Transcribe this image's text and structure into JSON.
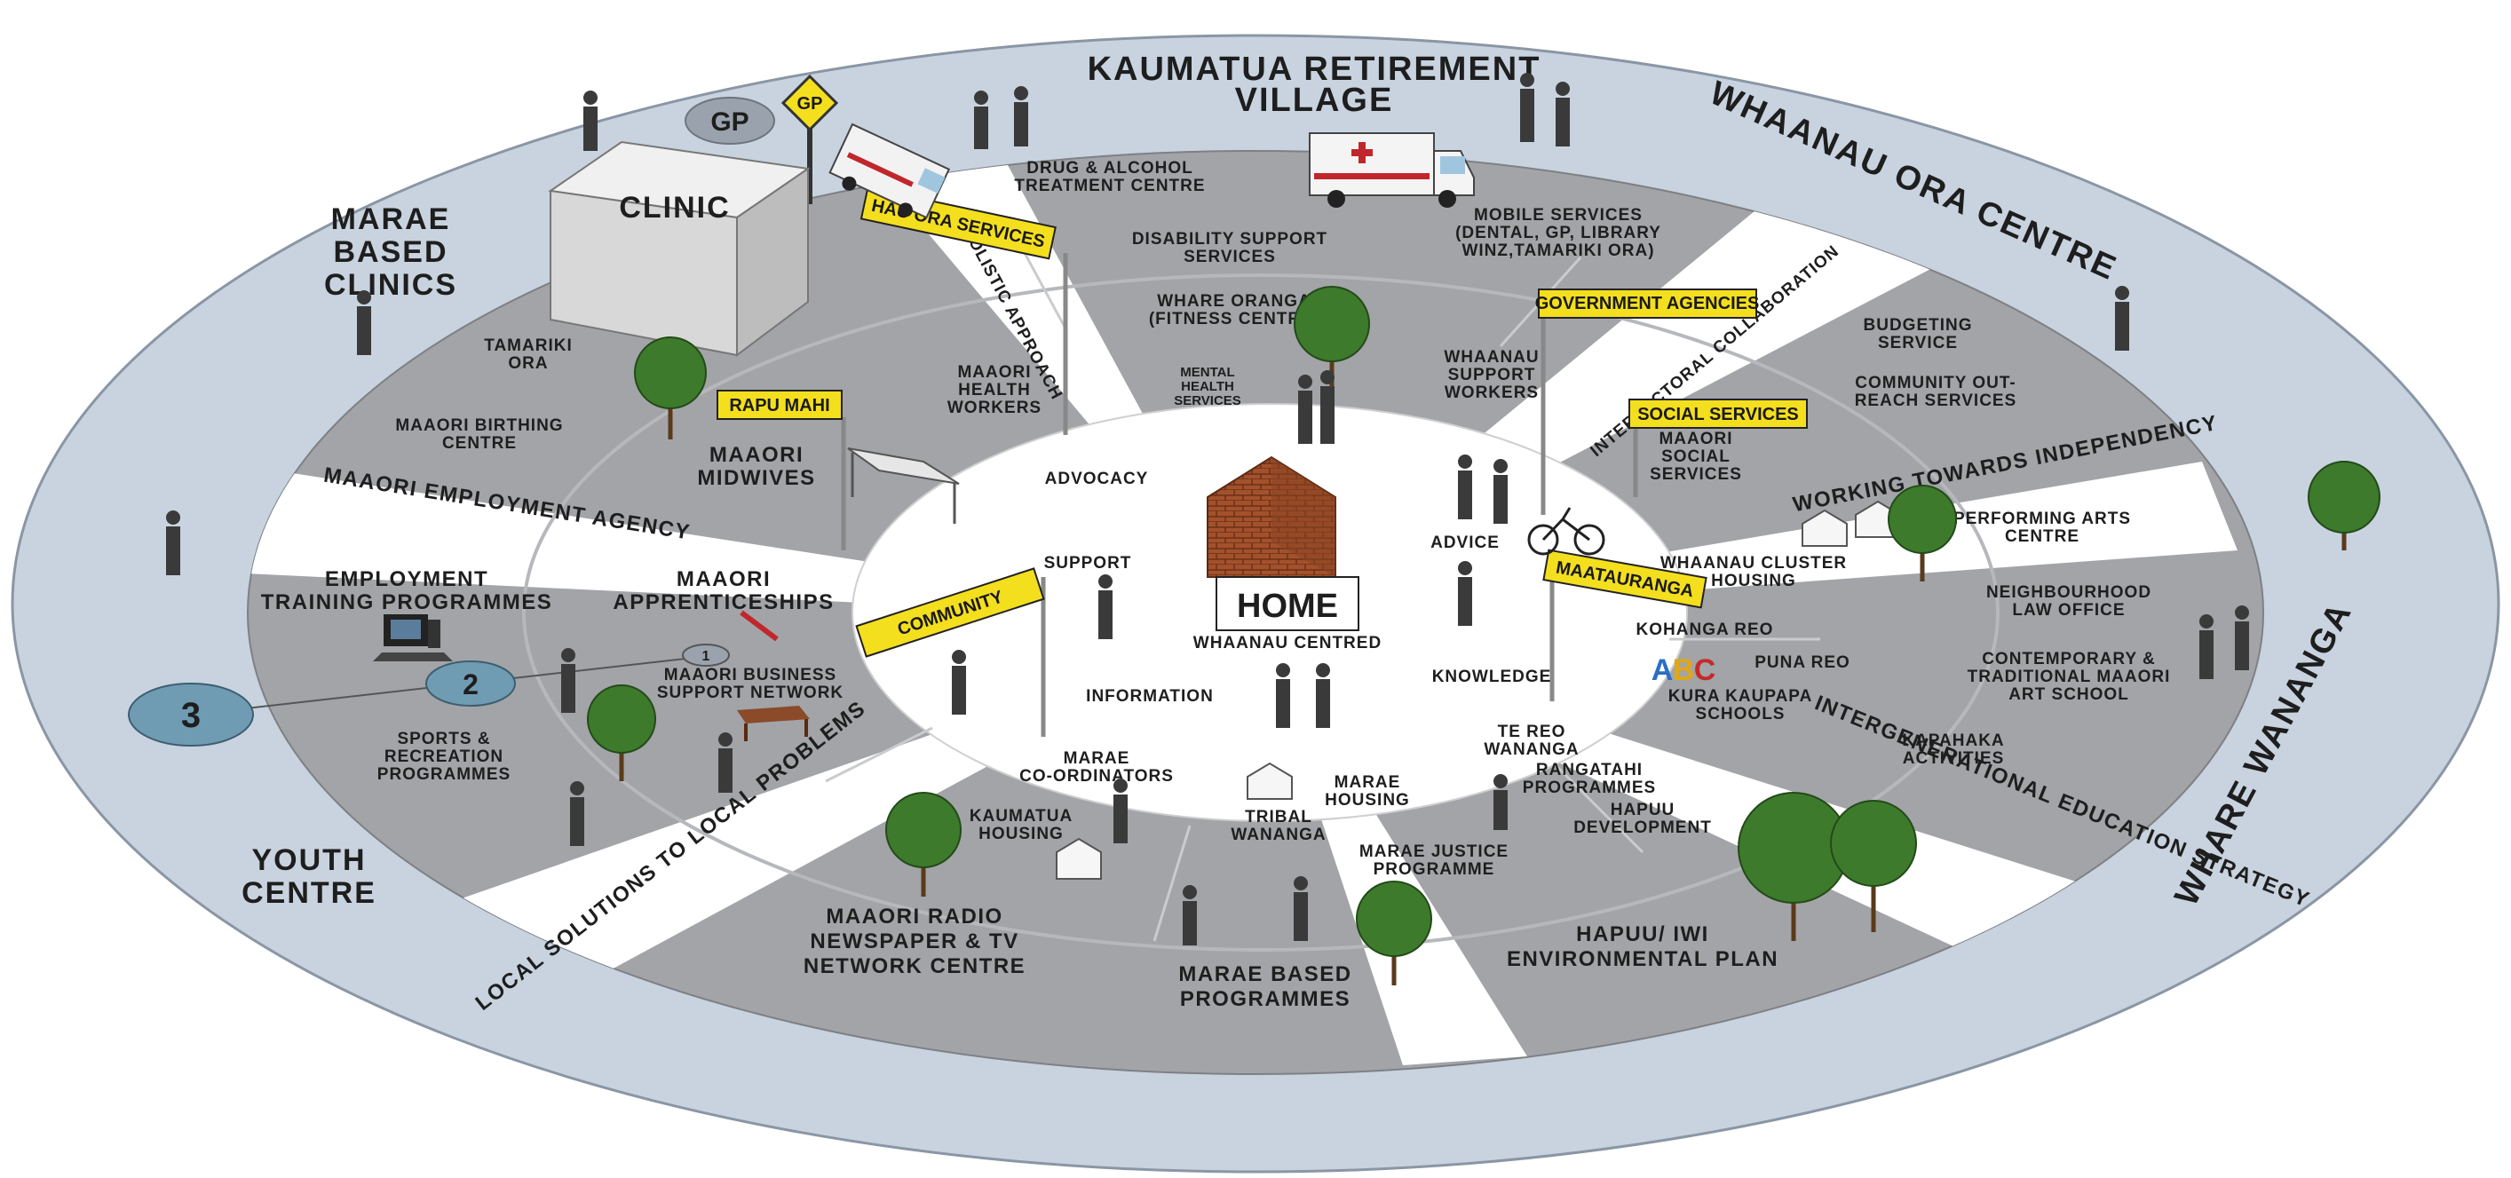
{
  "outer_ring": {
    "kaumatua": [
      "KAUMATUA RETIREMENT",
      "VILLAGE"
    ],
    "whaanau_ora_centre": "WHAANAU ORA CENTRE",
    "marae_clinics": [
      "MARAE",
      "BASED",
      "CLINICS"
    ],
    "youth_centre": [
      "YOUTH",
      "CENTRE"
    ],
    "whare_wananga": "WHARE WANANGA",
    "gp_sign": "GP",
    "gp_bubble": "GP",
    "clinic": "CLINIC"
  },
  "roads": {
    "employment_agency": "MAAORI EMPLOYMENT AGENCY",
    "local_solutions": "LOCAL SOLUTIONS TO LOCAL PROBLEMS",
    "holistic": "HOLISTIC APPROACH",
    "intersectoral": "INTERSECTORAL COLLABORATION",
    "independency": "WORKING TOWARDS INDEPENDENCY",
    "intergenerational": "INTERGENERATIONAL EDUCATION STRATEGY"
  },
  "signs": {
    "hau_ora": "HAU ORA SERVICES",
    "rapu_mahi": "RAPU MAHI",
    "community": "COMMUNITY",
    "government": "GOVERNMENT AGENCIES",
    "social": "SOCIAL SERVICES",
    "maatauranga": "MAATAURANGA"
  },
  "hau_ora_sector": {
    "drug": [
      "DRUG & ALCOHOL",
      "TREATMENT CENTRE"
    ],
    "disability": [
      "DISABILITY SUPPORT",
      "SERVICES"
    ],
    "whare_oranga": [
      "WHARE ORANGA",
      "(FITNESS CENTRE)"
    ],
    "mental": [
      "MENTAL",
      "HEALTH",
      "SERVICES"
    ]
  },
  "government_sector": {
    "mobile": [
      "MOBILE SERVICES",
      "(DENTAL, GP, LIBRARY",
      "WINZ,TAMARIKI ORA)"
    ],
    "support_workers": [
      "WHAANAU",
      "SUPPORT",
      "WORKERS"
    ]
  },
  "social_sector": {
    "budgeting": [
      "BUDGETING",
      "SERVICE"
    ],
    "outreach": [
      "COMMUNITY OUT-",
      "REACH SERVICES"
    ],
    "social_services": [
      "MAAORI",
      "SOCIAL",
      "SERVICES"
    ]
  },
  "maatauranga_sector": {
    "performing": [
      "PERFORMING ARTS",
      "CENTRE"
    ],
    "law": [
      "NEIGHBOURHOOD",
      "LAW OFFICE"
    ],
    "art": [
      "CONTEMPORARY &",
      "TRADITIONAL MAAORI",
      "ART SCHOOL"
    ],
    "kapahaka": [
      "KAPAHAKA",
      "ACTIVITIES"
    ],
    "cluster": [
      "WHAANAU CLUSTER",
      "HOUSING"
    ],
    "kohanga": "KOHANGA REO",
    "abc": [
      "A",
      "B",
      "C"
    ],
    "puna": "PUNA REO",
    "kura": [
      "KURA KAUPAPA",
      "SCHOOLS"
    ]
  },
  "marae_sector": {
    "te_reo": [
      "TE REO",
      "WANANGA"
    ],
    "rangatahi": [
      "RANGATAHI",
      "PROGRAMMES"
    ],
    "hapuu_dev": [
      "HAPUU",
      "DEVELOPMENT"
    ],
    "housing": [
      "MARAE",
      "HOUSING"
    ],
    "tribal": [
      "TRIBAL",
      "WANANGA"
    ],
    "justice": [
      "MARAE JUSTICE",
      "PROGRAMME"
    ],
    "environmental": [
      "HAPUU/ IWI",
      "ENVIRONMENTAL PLAN"
    ],
    "marae_programmes": [
      "MARAE BASED",
      "PROGRAMMES"
    ],
    "coordinators": [
      "MARAE",
      "CO-ORDINATORS"
    ],
    "kaumatua_housing": [
      "KAUMATUA",
      "HOUSING"
    ],
    "radio": [
      "MAAORI RADIO",
      "NEWSPAPER & TV",
      "NETWORK CENTRE"
    ]
  },
  "community_sector": {
    "employment": [
      "EMPLOYMENT",
      "TRAINING PROGRAMMES"
    ],
    "apprenticeships": [
      "MAAORI",
      "APPRENTICESHIPS"
    ],
    "business": [
      "MAAORI BUSINESS",
      "SUPPORT NETWORK"
    ],
    "sports": [
      "SPORTS &",
      "RECREATION",
      "PROGRAMMES"
    ],
    "num1": "1",
    "num2": "2",
    "num3": "3"
  },
  "rapu_sector": {
    "tamariki": [
      "TAMARIKI",
      "ORA"
    ],
    "birthing": [
      "MAAORI BIRTHING",
      "CENTRE"
    ],
    "midwives": [
      "MAAORI",
      "MIDWIVES"
    ],
    "health_workers": [
      "MAAORI",
      "HEALTH",
      "WORKERS"
    ]
  },
  "inner": {
    "advocacy": "ADVOCACY",
    "support": "SUPPORT",
    "information": "INFORMATION",
    "advice": "ADVICE",
    "knowledge": "KNOWLEDGE",
    "home": "HOME",
    "whaanau_centred": "WHAANAU CENTRED"
  },
  "colors": {
    "outer_ring": "#c8d3df",
    "sector": "#a2a4a8",
    "road": "#ffffff",
    "inner_circle": "#ffffff",
    "sign_yellow": "#f4df1e",
    "circle_blue": "#6f9cb3",
    "brick": "#a3512c",
    "tree": "#3d7a2c"
  }
}
